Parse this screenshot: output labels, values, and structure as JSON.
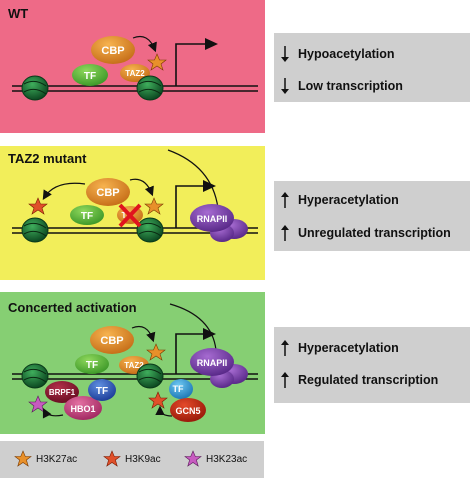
{
  "panels": [
    {
      "title": "WT",
      "color": "#ee6a87",
      "labels": {
        "cbp": "CBP",
        "tf": "TF",
        "taz2": "TAZ2"
      },
      "outcomes": [
        {
          "direction": "down",
          "text": "Hypoacetylation"
        },
        {
          "direction": "down",
          "text": "Low transcription"
        }
      ]
    },
    {
      "title": "TAZ2 mutant",
      "color": "#f2ee5a",
      "labels": {
        "cbp": "CBP",
        "tf": "TF",
        "taz2": "T",
        "rnapii": "RNAPII"
      },
      "outcomes": [
        {
          "direction": "up",
          "text": "Hyperacetylation"
        },
        {
          "direction": "up",
          "text": "Unregulated transcription"
        }
      ]
    },
    {
      "title": "Concerted activation",
      "color": "#86cf73",
      "labels": {
        "cbp": "CBP",
        "tf": "TF",
        "taz2": "TAZ2",
        "rnapii": "RNAPII",
        "brpf1": "BRPF1",
        "hbo1": "HBO1",
        "tf2": "TF",
        "tf3": "TF",
        "gcn5": "GCN5"
      },
      "outcomes": [
        {
          "direction": "up",
          "text": "Hyperacetylation"
        },
        {
          "direction": "up",
          "text": "Regulated transcription"
        }
      ]
    }
  ],
  "legend": [
    {
      "label": "H3K27ac",
      "color": "#e8902a"
    },
    {
      "label": "H3K9ac",
      "color": "#e0502a"
    },
    {
      "label": "H3K23ac",
      "color": "#c75bc0"
    }
  ]
}
